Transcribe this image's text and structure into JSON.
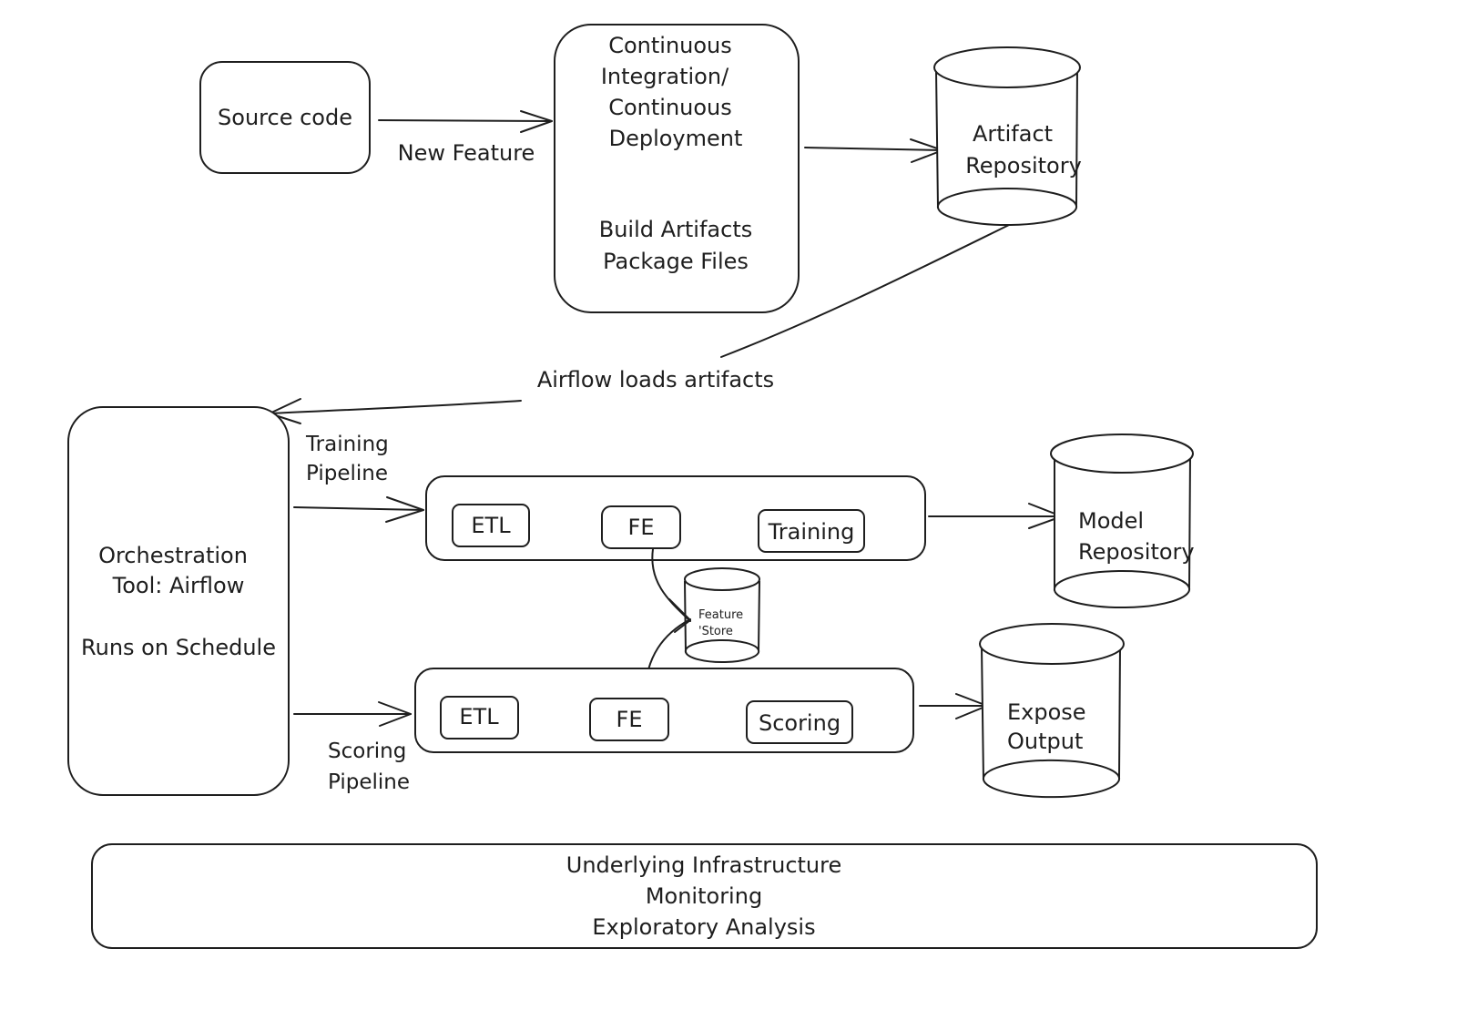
{
  "diagram": {
    "title": "ML Pipeline Architecture",
    "stroke_color": "#1e1e1e",
    "background": "#ffffff",
    "nodes": {
      "source_code": {
        "lines": [
          "Source code"
        ]
      },
      "cicd": {
        "lines": [
          "Continuous",
          "Integration/",
          "Continuous",
          "Deployment"
        ],
        "sub_lines": [
          "Build Artifacts",
          "Package Files"
        ]
      },
      "artifact_repo": {
        "lines": [
          "Artifact",
          "Repository"
        ]
      },
      "orchestration": {
        "lines": [
          "Orchestration",
          "Tool: Airflow"
        ],
        "sub_lines": [
          "Runs on Schedule"
        ]
      },
      "training_pipeline": {
        "steps": [
          "ETL",
          "FE",
          "Training"
        ]
      },
      "scoring_pipeline": {
        "steps": [
          "ETL",
          "FE",
          "Scoring"
        ]
      },
      "feature_store": {
        "lines": [
          "Feature",
          "'Store"
        ]
      },
      "model_repo": {
        "lines": [
          "Model",
          "Repository"
        ]
      },
      "expose_output": {
        "lines": [
          "Expose",
          "Output"
        ]
      },
      "infrastructure": {
        "lines": [
          "Underlying Infrastructure",
          "Monitoring",
          "Exploratory Analysis"
        ]
      }
    },
    "edges": {
      "new_feature": "New Feature",
      "airflow_loads": "Airflow loads artifacts",
      "training_pipeline": [
        "Training",
        "Pipeline"
      ],
      "scoring_pipeline": [
        "Scoring",
        "Pipeline"
      ]
    }
  }
}
